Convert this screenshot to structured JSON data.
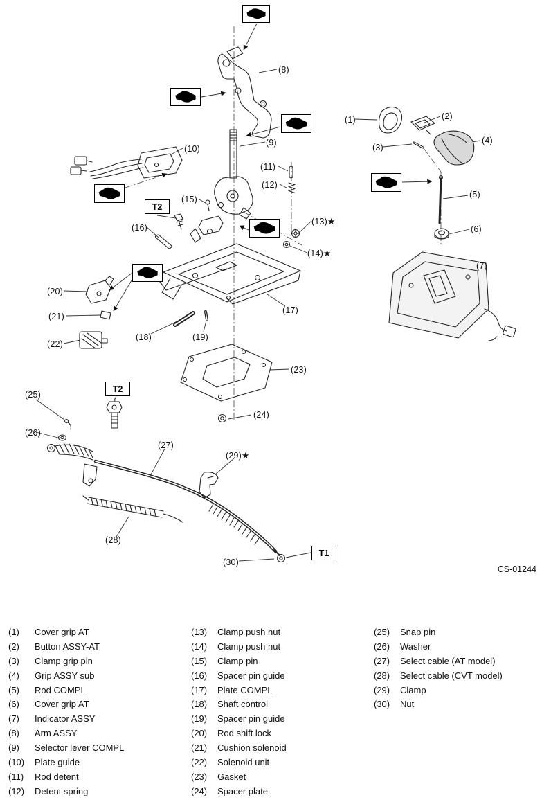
{
  "diagram": {
    "code": "CS-01244",
    "t_labels": [
      "T2",
      "T2",
      "T1"
    ],
    "icons": {
      "grease": "grease-icon",
      "star": "★"
    },
    "callouts": [
      {
        "text": "(1)"
      },
      {
        "text": "(2)"
      },
      {
        "text": "(3)"
      },
      {
        "text": "(4)"
      },
      {
        "text": "(5)"
      },
      {
        "text": "(6)"
      },
      {
        "text": "(7)"
      },
      {
        "text": "(8)"
      },
      {
        "text": "(9)"
      },
      {
        "text": "(10)"
      },
      {
        "text": "(11)"
      },
      {
        "text": "(12)"
      },
      {
        "text": "(13)★"
      },
      {
        "text": "(14)★"
      },
      {
        "text": "(15)"
      },
      {
        "text": "(16)"
      },
      {
        "text": "(17)"
      },
      {
        "text": "(18)"
      },
      {
        "text": "(19)"
      },
      {
        "text": "(20)"
      },
      {
        "text": "(21)"
      },
      {
        "text": "(22)"
      },
      {
        "text": "(23)"
      },
      {
        "text": "(24)"
      },
      {
        "text": "(25)"
      },
      {
        "text": "(26)"
      },
      {
        "text": "(27)"
      },
      {
        "text": "(28)"
      },
      {
        "text": "(29)★"
      },
      {
        "text": "(30)"
      }
    ]
  },
  "parts": {
    "col1": [
      {
        "num": "(1)",
        "name": "Cover grip AT"
      },
      {
        "num": "(2)",
        "name": "Button ASSY-AT"
      },
      {
        "num": "(3)",
        "name": "Clamp grip pin"
      },
      {
        "num": "(4)",
        "name": "Grip ASSY sub"
      },
      {
        "num": "(5)",
        "name": "Rod COMPL"
      },
      {
        "num": "(6)",
        "name": "Cover grip AT"
      },
      {
        "num": "(7)",
        "name": "Indicator ASSY"
      },
      {
        "num": "(8)",
        "name": "Arm ASSY"
      },
      {
        "num": "(9)",
        "name": "Selector lever COMPL"
      },
      {
        "num": "(10)",
        "name": "Plate guide"
      },
      {
        "num": "(11)",
        "name": "Rod detent"
      },
      {
        "num": "(12)",
        "name": "Detent spring"
      }
    ],
    "col2": [
      {
        "num": "(13)",
        "name": "Clamp push nut"
      },
      {
        "num": "(14)",
        "name": "Clamp push nut"
      },
      {
        "num": "(15)",
        "name": "Clamp pin"
      },
      {
        "num": "(16)",
        "name": "Spacer pin guide"
      },
      {
        "num": "(17)",
        "name": "Plate COMPL"
      },
      {
        "num": "(18)",
        "name": "Shaft control"
      },
      {
        "num": "(19)",
        "name": "Spacer pin guide"
      },
      {
        "num": "(20)",
        "name": "Rod shift lock"
      },
      {
        "num": "(21)",
        "name": "Cushion solenoid"
      },
      {
        "num": "(22)",
        "name": "Solenoid unit"
      },
      {
        "num": "(23)",
        "name": "Gasket"
      },
      {
        "num": "(24)",
        "name": "Spacer plate"
      }
    ],
    "col3": [
      {
        "num": "(25)",
        "name": "Snap pin"
      },
      {
        "num": "(26)",
        "name": "Washer"
      },
      {
        "num": "(27)",
        "name": "Select cable (AT model)"
      },
      {
        "num": "(28)",
        "name": "Select cable (CVT model)"
      },
      {
        "num": "(29)",
        "name": "Clamp"
      },
      {
        "num": "(30)",
        "name": "Nut"
      }
    ]
  }
}
